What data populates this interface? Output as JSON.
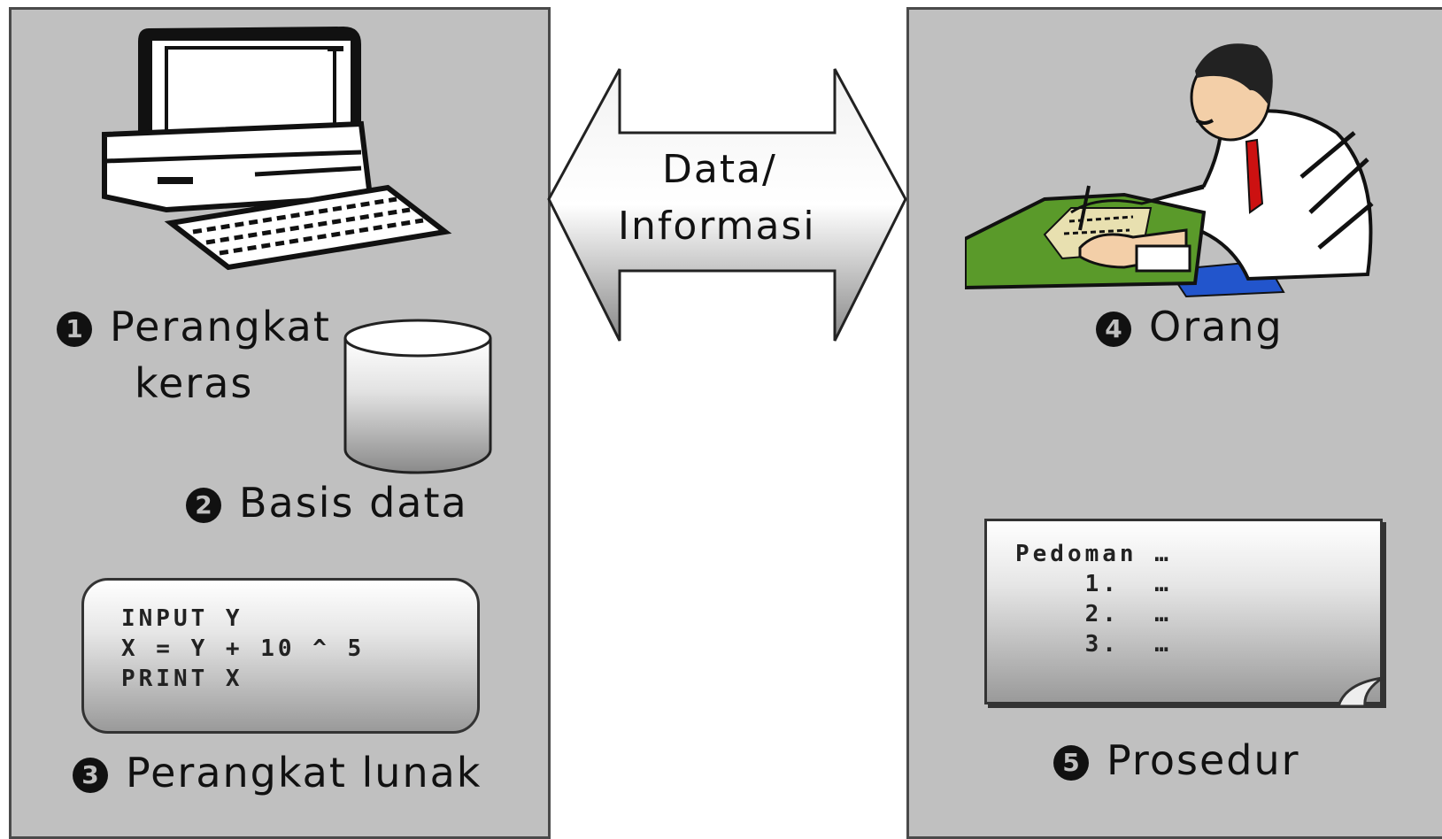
{
  "arrow": {
    "line1": "Data/",
    "line2": "Informasi"
  },
  "components": [
    {
      "number": "1",
      "label_line1": "Perangkat",
      "label_line2": "keras",
      "icon": "computer-icon"
    },
    {
      "number": "2",
      "label": "Basis data",
      "icon": "database-cylinder-icon"
    },
    {
      "number": "3",
      "label": "Perangkat lunak",
      "icon": "code-box"
    },
    {
      "number": "4",
      "label": "Orang",
      "icon": "person-writing-icon"
    },
    {
      "number": "5",
      "label": "Prosedur",
      "icon": "document-icon"
    }
  ],
  "software_code": [
    "INPUT Y",
    "X = Y + 10 ^ 5",
    "PRINT X"
  ],
  "procedure_text": [
    "Pedoman …",
    "    1.  …",
    "    2.  …",
    "    3.  …"
  ],
  "colors": {
    "panel": "#c0c0c0",
    "desk": "#5a9a2a",
    "tie": "#cc1111",
    "pants": "#2255cc"
  }
}
